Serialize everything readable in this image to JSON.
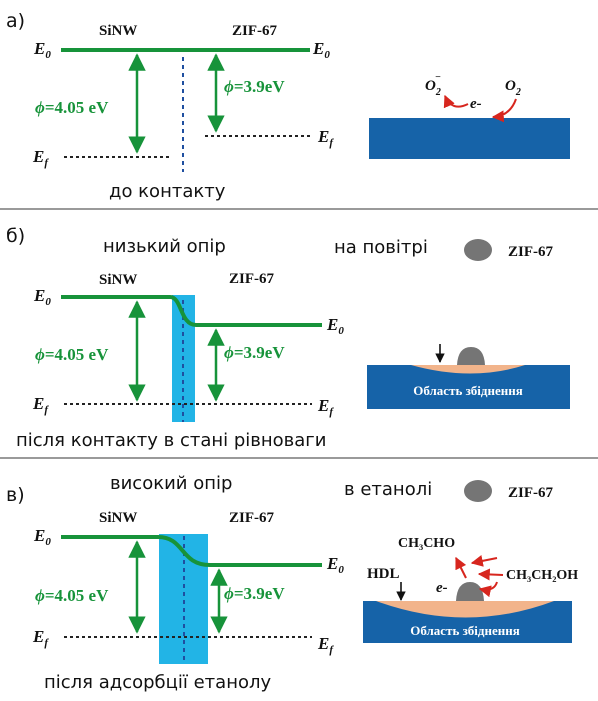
{
  "colors": {
    "energy_line": "#17933a",
    "arrow": "#17933a",
    "fermi_dash": "#222222",
    "interface_dash": "#1f4fa0",
    "depletion_band": "#22b4e6",
    "substrate": "#1663a8",
    "depletion_region": "#f2b48b",
    "zif_particle": "#757575",
    "reaction_arrow": "#d7261e",
    "separator": "#9a9a9a"
  },
  "panels": [
    {
      "id": "a",
      "label": "а)",
      "material_left": "SiNW",
      "material_right": "ZIF-67",
      "level_vacuum": "E",
      "level_vacuum_sub": "0",
      "level_fermi": "E",
      "level_fermi_sub": "f",
      "work_function_left": "=4.05 eV",
      "work_function_right": "=3.9eV",
      "phi_symbol": "ϕ",
      "caption": "до контакту",
      "surface_product": "O",
      "surface_product_sub": "2",
      "surface_product_sup": "−",
      "surface_reactant": "O",
      "surface_reactant_sub": "2",
      "electron": "e-"
    },
    {
      "id": "b",
      "label": "б)",
      "material_left": "SiNW",
      "material_right": "ZIF-67",
      "resistance": "низький опір",
      "environment": "на повітрі",
      "legend_name": "ZIF-67",
      "level_vacuum": "E",
      "level_vacuum_sub": "0",
      "level_fermi": "E",
      "level_fermi_sub": "f",
      "work_function_left": "=4.05 eV",
      "work_function_right": "=3.9eV",
      "phi_symbol": "ϕ",
      "caption": "після контакту в стані рівноваги",
      "depletion_label": "Область збіднення"
    },
    {
      "id": "c",
      "label": "в)",
      "material_left": "SiNW",
      "material_right": "ZIF-67",
      "resistance": "високий опір",
      "environment": "в етанолі",
      "legend_name": "ZIF-67",
      "level_vacuum": "E",
      "level_vacuum_sub": "0",
      "level_fermi": "E",
      "level_fermi_sub": "f",
      "work_function_left": "=4.05 eV",
      "work_function_right": "=3.9eV",
      "phi_symbol": "ϕ",
      "caption": "після адсорбції етанолу",
      "depletion_label": "Область збіднення",
      "hdl_label": "HDL",
      "product": "CH₃CHO",
      "reactant": "CH₃CH₂OH",
      "electron": "e-"
    }
  ]
}
